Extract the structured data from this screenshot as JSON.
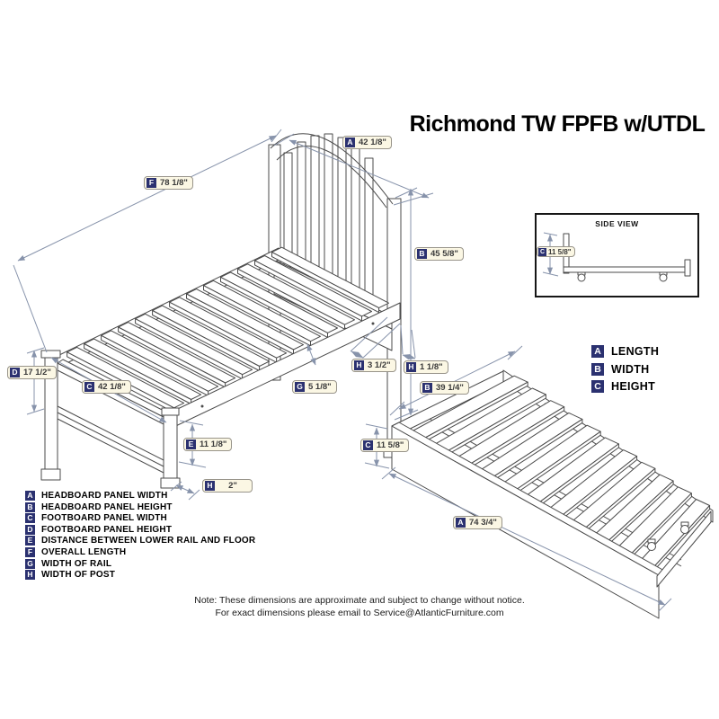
{
  "title": "Richmond TW FPFB w/UTDL",
  "side_view": {
    "title": "SIDE VIEW",
    "dim": {
      "letter": "C",
      "value": "11 5/8\""
    }
  },
  "size_key": [
    {
      "letter": "A",
      "label": "LENGTH"
    },
    {
      "letter": "B",
      "label": "WIDTH"
    },
    {
      "letter": "C",
      "label": "HEIGHT"
    }
  ],
  "bed_labels": [
    {
      "letter": "A",
      "value": "42 1/8\""
    },
    {
      "letter": "F",
      "value": "78 1/8\""
    },
    {
      "letter": "B",
      "value": "45 5/8\""
    },
    {
      "letter": "D",
      "value": "17 1/2\""
    },
    {
      "letter": "C",
      "value": "42 1/8\""
    },
    {
      "letter": "H",
      "value": "3 1/2\""
    },
    {
      "letter": "H",
      "value": "1 1/8\""
    },
    {
      "letter": "G",
      "value": "5 1/8\""
    },
    {
      "letter": "E",
      "value": "11 1/8\""
    },
    {
      "letter": "H",
      "value": "2\""
    }
  ],
  "trundle_labels": [
    {
      "letter": "B",
      "value": "39 1/4\""
    },
    {
      "letter": "C",
      "value": "11 5/8\""
    },
    {
      "letter": "A",
      "value": "74 3/4\""
    }
  ],
  "legend": [
    {
      "letter": "A",
      "label": "HEADBOARD PANEL WIDTH"
    },
    {
      "letter": "B",
      "label": "HEADBOARD PANEL HEIGHT"
    },
    {
      "letter": "C",
      "label": "FOOTBOARD PANEL WIDTH"
    },
    {
      "letter": "D",
      "label": "FOOTBOARD PANEL HEIGHT"
    },
    {
      "letter": "E",
      "label": "DISTANCE BETWEEN LOWER RAIL AND FLOOR"
    },
    {
      "letter": "F",
      "label": "OVERALL LENGTH"
    },
    {
      "letter": "G",
      "label": "WIDTH OF RAIL"
    },
    {
      "letter": "H",
      "label": "WIDTH OF POST"
    }
  ],
  "note": {
    "line1": "Note:  These dimensions are approximate and subject to change without notice.",
    "line2": "For exact dimensions please email to Service@AtlanticFurniture.com"
  },
  "colors": {
    "letter_box": "#2b3170",
    "label_bg": "#fbf7e4",
    "dim_line": "#8793ab",
    "drawing_line": "#4b4b4b"
  }
}
